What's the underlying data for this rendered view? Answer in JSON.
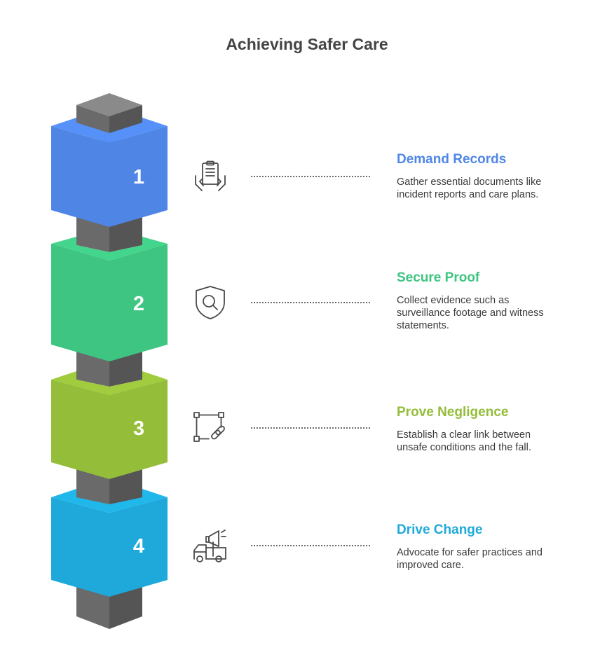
{
  "title": "Achieving Safer Care",
  "colors": {
    "blue": "#4f86e6",
    "green": "#3ec581",
    "olive": "#94bd39",
    "cyan": "#1ea9da",
    "post": "#646464"
  },
  "steps": [
    {
      "number": "1",
      "title": "Demand Records",
      "description": "Gather essential documents like incident reports and care plans.",
      "icon": "clipboard-hands-icon",
      "color": "#4f86e6"
    },
    {
      "number": "2",
      "title": "Secure Proof",
      "description": "Collect evidence such as surveillance footage and witness statements.",
      "icon": "shield-search-icon",
      "color": "#3ec581"
    },
    {
      "number": "3",
      "title": "Prove Negligence",
      "description": "Establish a clear link between unsafe conditions and the fall.",
      "icon": "frame-link-icon",
      "color": "#94bd39"
    },
    {
      "number": "4",
      "title": "Drive Change",
      "description": "Advocate for safer practices and improved care.",
      "icon": "megaphone-truck-icon",
      "color": "#1ea9da"
    }
  ]
}
